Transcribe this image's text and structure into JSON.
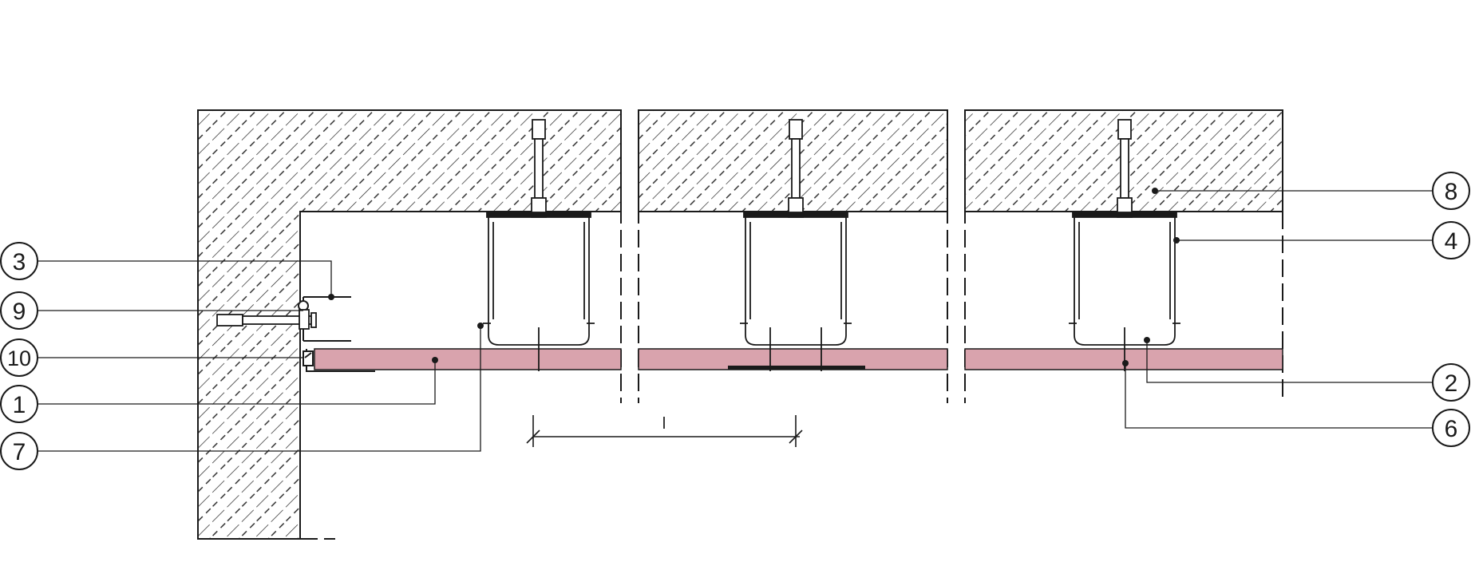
{
  "diagram": {
    "colors": {
      "line": "#1a1a1a",
      "board_fill": "#d9a3ad",
      "hatch": "#222222",
      "background": "#ffffff"
    },
    "callouts": [
      {
        "id": "c3",
        "label": "3"
      },
      {
        "id": "c9",
        "label": "9"
      },
      {
        "id": "c10",
        "label": "10"
      },
      {
        "id": "c1",
        "label": "1"
      },
      {
        "id": "c7",
        "label": "7"
      },
      {
        "id": "c8",
        "label": "8"
      },
      {
        "id": "c4",
        "label": "4"
      },
      {
        "id": "c2",
        "label": "2"
      },
      {
        "id": "c6",
        "label": "6"
      }
    ],
    "dimension_label": "l"
  }
}
